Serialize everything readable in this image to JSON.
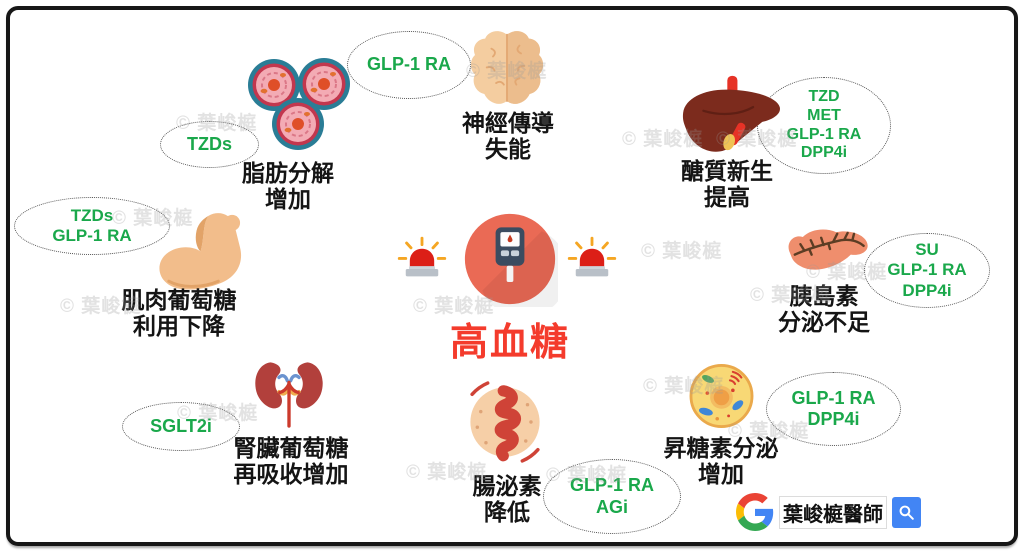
{
  "title": "高血糖",
  "watermark": "© 葉峻榳",
  "colors": {
    "drug_green": "#1aa84b",
    "alert_red": "#f43b2c",
    "search_blue": "#4285f4"
  },
  "center": {
    "label": "高血糖",
    "icon": "glucometer-icon",
    "alarm_icon": "siren-icon"
  },
  "nodes": [
    {
      "id": "adipose",
      "icon": "fat-cells-icon",
      "label_lines": [
        "脂肪分解",
        "增加"
      ],
      "drugs": [
        "TZDs"
      ]
    },
    {
      "id": "brain",
      "icon": "brain-icon",
      "label_lines": [
        "神經傳導",
        "失能"
      ],
      "drugs": [
        "GLP-1 RA"
      ]
    },
    {
      "id": "liver",
      "icon": "liver-icon",
      "label_lines": [
        "醣質新生",
        "提高"
      ],
      "drugs": [
        "TZD",
        "MET",
        "GLP-1 RA",
        "DPP4i"
      ]
    },
    {
      "id": "muscle",
      "icon": "muscle-icon",
      "label_lines": [
        "肌肉葡萄糖",
        "利用下降"
      ],
      "drugs": [
        "TZDs",
        "GLP-1 RA"
      ]
    },
    {
      "id": "pancreas",
      "icon": "pancreas-icon",
      "label_lines": [
        "胰島素",
        "分泌不足"
      ],
      "drugs": [
        "SU",
        "GLP-1 RA",
        "DPP4i"
      ]
    },
    {
      "id": "kidney",
      "icon": "kidney-icon",
      "label_lines": [
        "腎臟葡萄糖",
        "再吸收增加"
      ],
      "drugs": [
        "SGLT2i"
      ]
    },
    {
      "id": "intestine",
      "icon": "intestine-icon",
      "label_lines": [
        "腸泌素",
        "降低"
      ],
      "drugs": [
        "GLP-1 RA",
        "AGi"
      ]
    },
    {
      "id": "alpha_cell",
      "icon": "alpha-cell-icon",
      "label_lines": [
        "昇糖素分泌",
        "增加"
      ],
      "drugs": [
        "GLP-1 RA",
        "DPP4i"
      ]
    }
  ],
  "search": {
    "query": "葉峻榳醫師",
    "logo": "google-logo",
    "button_icon": "magnifier-icon"
  }
}
